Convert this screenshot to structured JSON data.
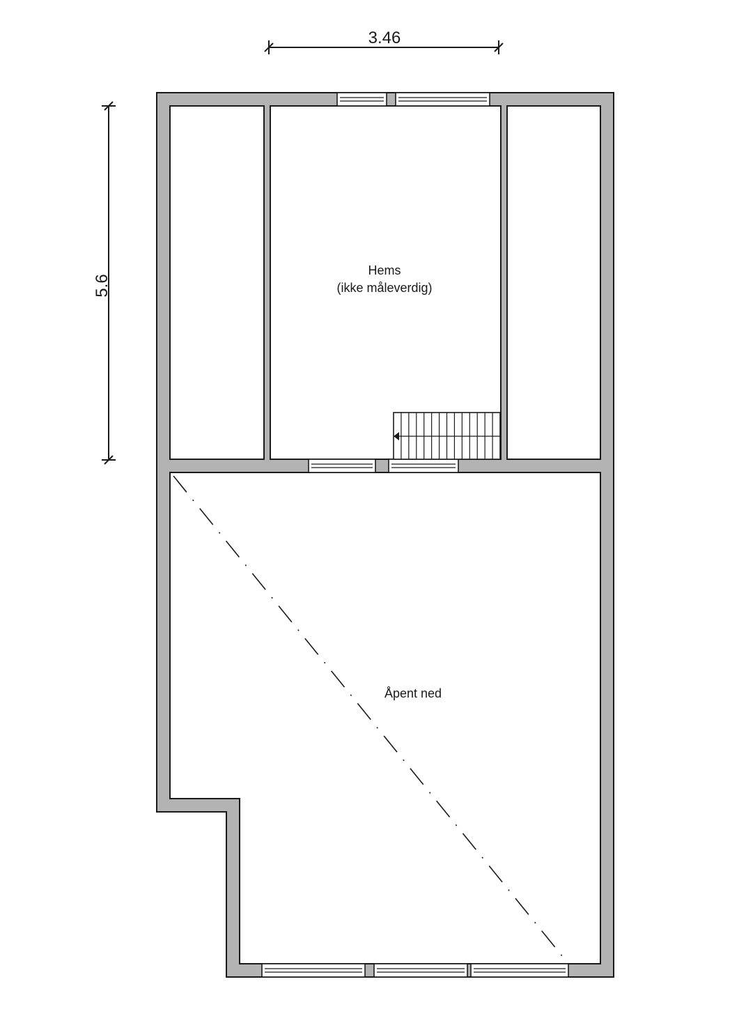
{
  "dimensions": {
    "width_label": "3.46",
    "height_label": "5.6"
  },
  "rooms": {
    "loft": {
      "name": "Hems",
      "note": "(ikke måleverdig)"
    },
    "open_below": {
      "name": "Åpent ned"
    }
  },
  "colors": {
    "wall_fill": "#b3b3b3",
    "line": "#1a1a1a",
    "background": "#ffffff"
  }
}
